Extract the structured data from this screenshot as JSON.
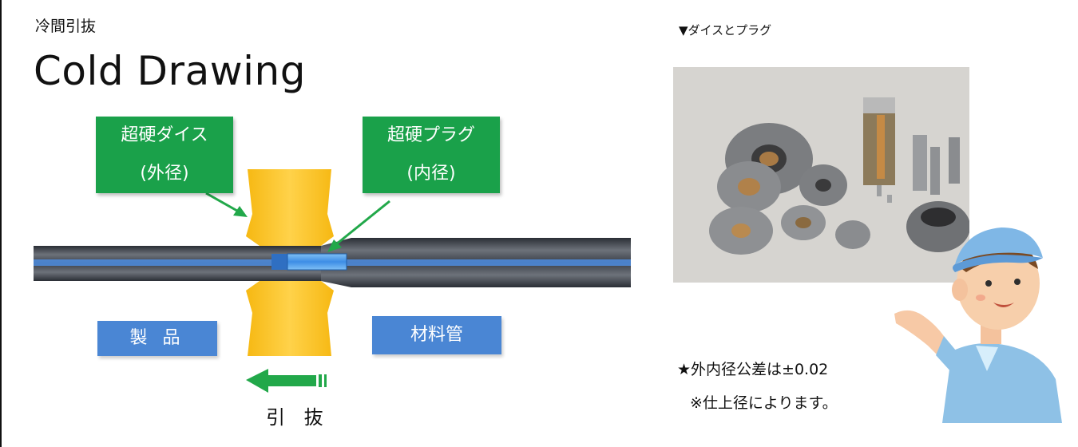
{
  "header": {
    "subtitle": "冷間引抜",
    "title": "Cold Drawing"
  },
  "callouts": {
    "die_line1": "超硬ダイス",
    "die_line2": "(外径)",
    "plug_line1": "超硬プラグ",
    "plug_line2": "(内径)"
  },
  "labels": {
    "product": "製 品",
    "material": "材料管",
    "drawing": "引 抜"
  },
  "photo_section": {
    "caption": "▼ダイスとプラグ"
  },
  "notes": {
    "tolerance": "★外内径公差は±0.02",
    "finish": "※仕上径によります。"
  },
  "colors": {
    "callout_green": "#1aa14a",
    "label_blue": "#4a86d4",
    "die_yellow": "#f8c21a",
    "tube_dark": "#3a3f48",
    "bore_blue": "#4d8de0",
    "arrow_green": "#22a84a"
  }
}
